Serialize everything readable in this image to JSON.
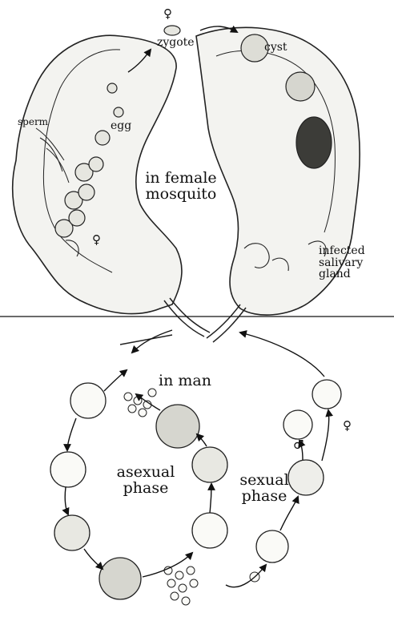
{
  "labels": {
    "zygote": "zygote",
    "cyst": "cyst",
    "sperm": "sperm",
    "egg": "egg",
    "female_mosquito": "in female mosquito",
    "infected_salivary_gland": "infected salivary gland",
    "in_man": "in man",
    "asexual_phase": "asexual phase",
    "sexual_phase": "sexual phase",
    "female_symbol": "♀",
    "male_symbol": "♂"
  }
}
